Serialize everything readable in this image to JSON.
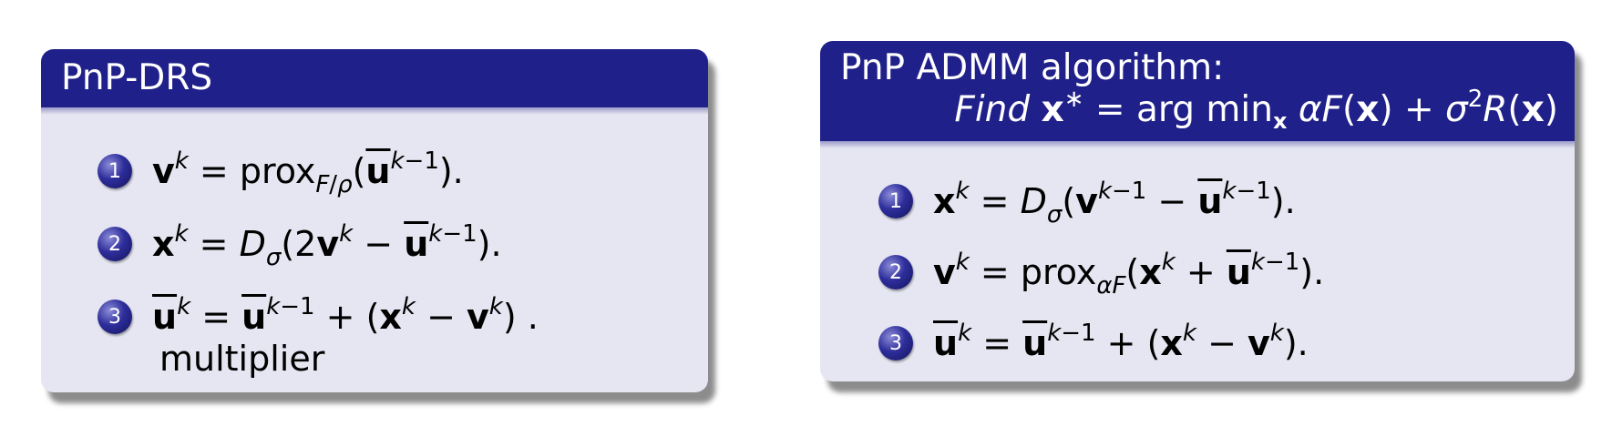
{
  "left_block": {
    "title": "PnP-DRS",
    "items": [
      {
        "number": "1"
      },
      {
        "number": "2"
      },
      {
        "number": "3",
        "trailing": "multiplier"
      }
    ]
  },
  "right_block": {
    "title_line1": "PnP ADMM algorithm:",
    "title_find": "Find",
    "items": [
      {
        "number": "1"
      },
      {
        "number": "2"
      },
      {
        "number": "3"
      }
    ]
  },
  "colors": {
    "header": "#20208a",
    "body": "#e6e6f2",
    "ball": "#2e2e9c"
  }
}
